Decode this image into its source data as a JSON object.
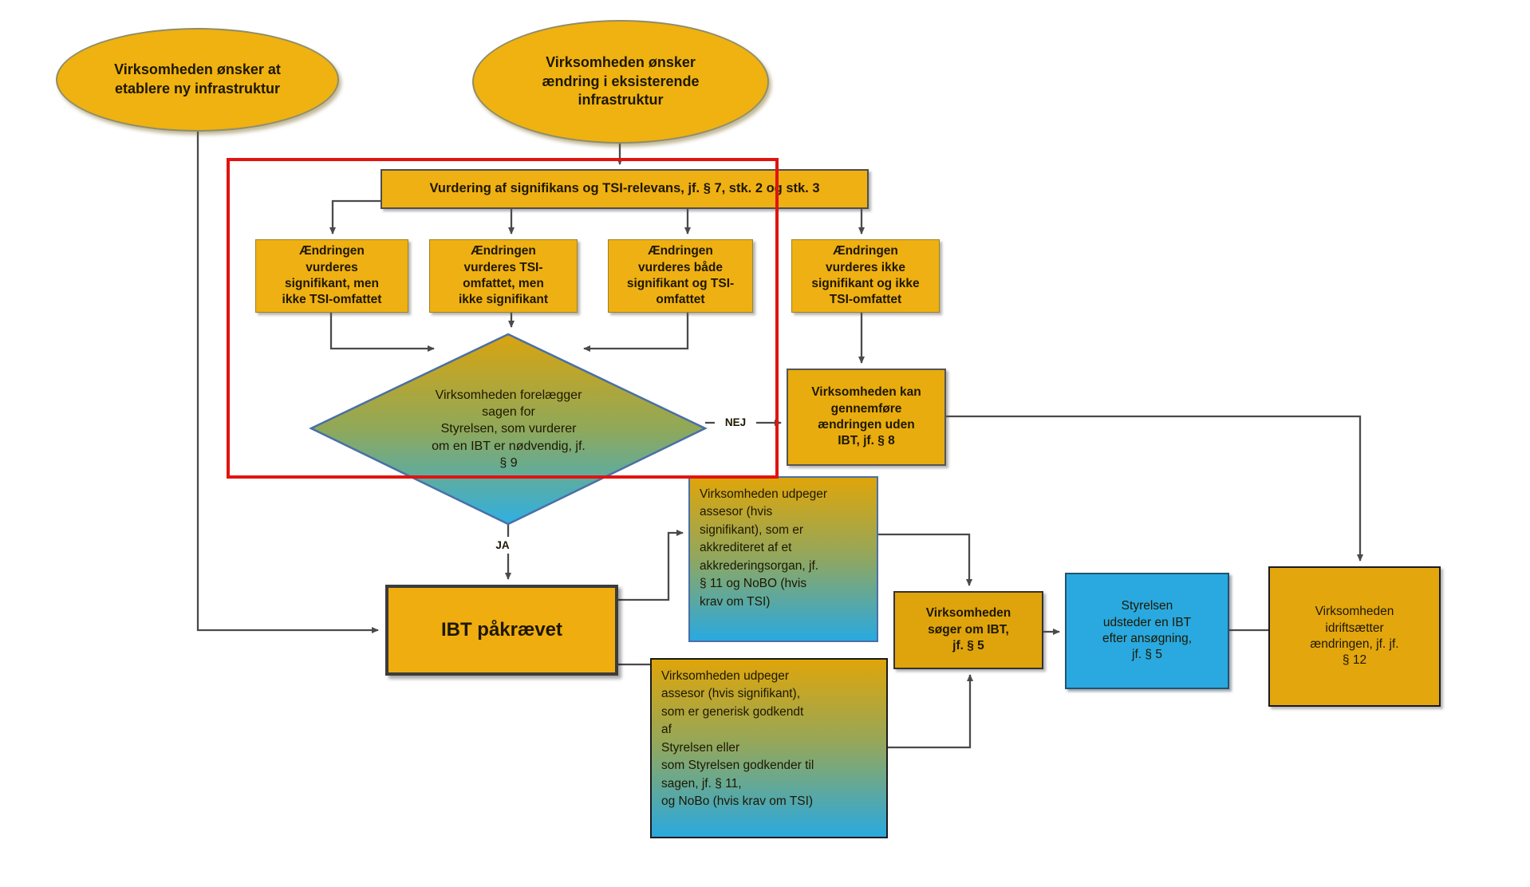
{
  "diagram": {
    "language": "Danish",
    "topic": "IBT-godkendelsesproces for jernbaneinfrastruktur",
    "colors": {
      "gold": "#EFB013",
      "gold_dark": "#DFA40C",
      "blue": "#29A9E0",
      "gradient_top": "#DFA50A",
      "gradient_bottom": "#29A9E0",
      "arrow": "#4A4A4A",
      "highlight_red": "#E01410",
      "text": "#1E1800"
    },
    "nodes": {
      "start_new_infrastructure": "Virksomheden ønsker at\netablere ny infrastruktur",
      "start_change_infrastructure": "Virksomheden ønsker\nændring i eksisterende\ninfrastruktur",
      "assessment": "Vurdering af signifikans og TSI-relevans, jf. § 7, stk. 2 og stk. 3",
      "significant_not_tsi": "Ændringen\nvurderes\nsignifikant, men\nikke TSI-omfattet",
      "tsi_not_significant": "Ændringen\nvurderes TSI-\nomfattet, men\nikke signifikant",
      "both_significant_tsi": "Ændringen\nvurderes både\nsignifikant og TSI-\nomfattet",
      "neither_significant_tsi": "Ændringen\nvurderes ikke\nsignifikant og ikke\nTSI-omfattet",
      "decision": "Virksomheden forelægger\nsagen for\nStyrelsen, som vurderer\nom en IBT er nødvendig, jf.\n§ 9",
      "no_ibt_needed": "Virksomheden kan\ngennemføre\nændringen uden\nIBT, jf. § 8",
      "ibt_required": "IBT påkrævet",
      "assessor_accredited": "Virksomheden udpeger\nassesor (hvis\nsignifikant), som er\nakkrediteret af et\nakkrederingsorgan, jf.\n§ 11 og NoBO (hvis\nkrav om TSI)",
      "assessor_generic": "Virksomheden udpeger\nassesor (hvis signifikant),\nsom er generisk godkendt\naf\nStyrelsen eller\nsom Styrelsen godkender til\nsagen, jf. § 11,\nog NoBo (hvis krav om TSI)",
      "apply_ibt": "Virksomheden\nsøger om IBT,\njf. § 5",
      "issue_ibt": "Styrelsen\nudsteder en IBT\nefter ansøgning,\njf. § 5",
      "commission_change": "Virksomheden\nidriftsætter\nændringen, jf. jf.\n§ 12"
    },
    "edge_labels": {
      "nej": "NEJ",
      "ja": "JA"
    }
  }
}
